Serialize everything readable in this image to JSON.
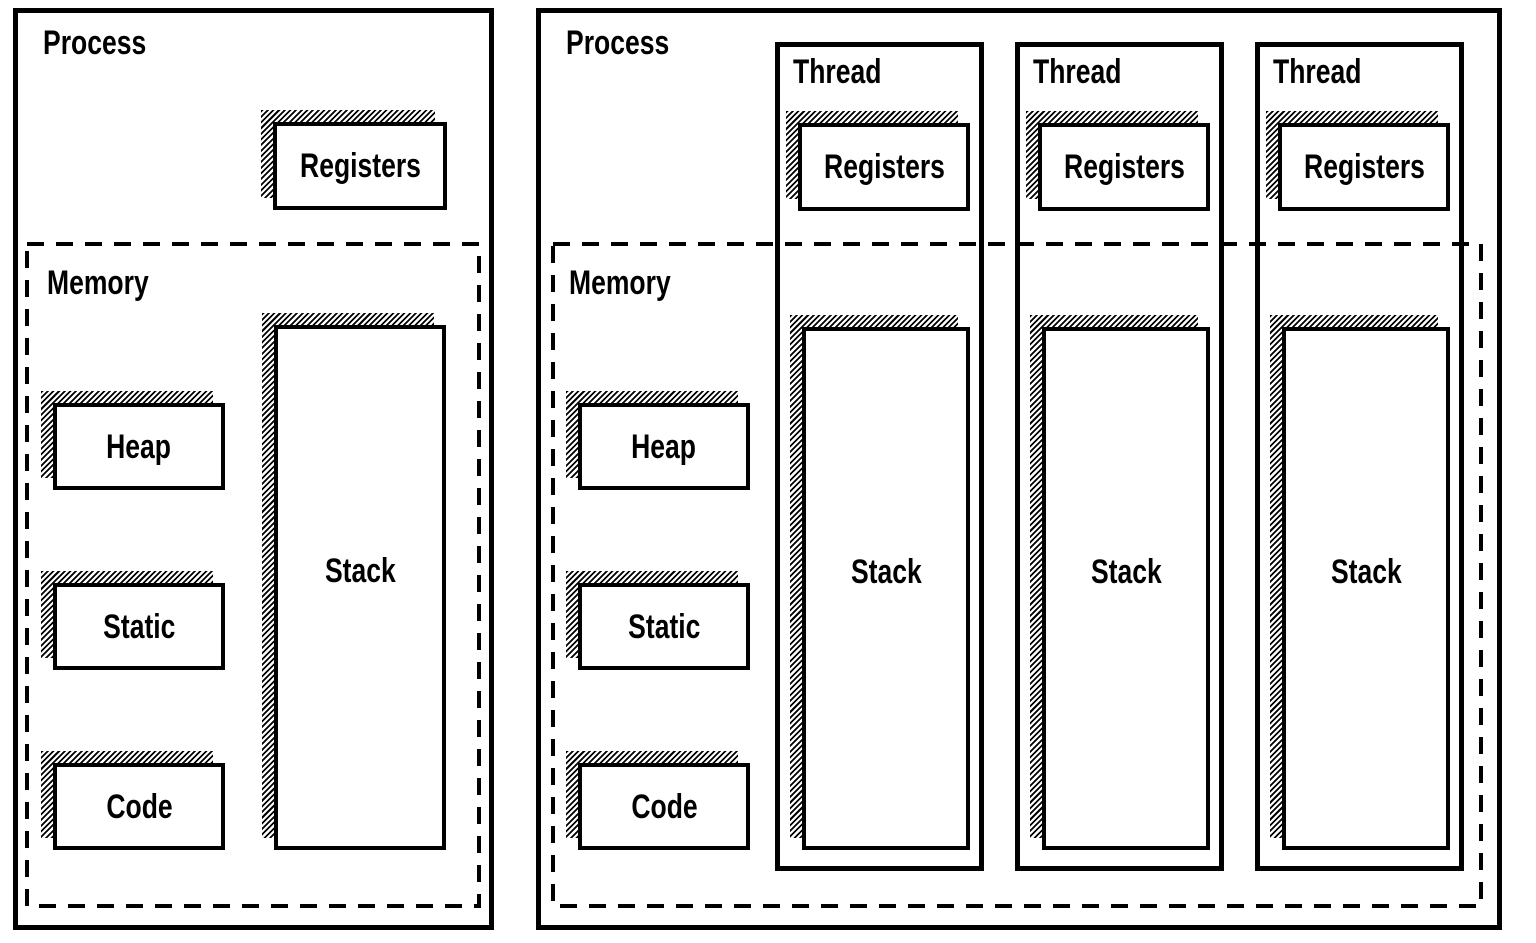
{
  "colors": {
    "background": "#ffffff",
    "line": "#000000",
    "hatch": "#000000",
    "box_fill": "#ffffff"
  },
  "panels": [
    {
      "title": "Process",
      "registers_label": "Registers",
      "stack_label": "Stack",
      "memory": {
        "label": "Memory",
        "items": [
          "Heap",
          "Static",
          "Code"
        ]
      }
    },
    {
      "title": "Process",
      "memory": {
        "label": "Memory",
        "items": [
          "Heap",
          "Static",
          "Code"
        ]
      },
      "threads": [
        {
          "label": "Thread",
          "registers_label": "Registers",
          "stack_label": "Stack"
        },
        {
          "label": "Thread",
          "registers_label": "Registers",
          "stack_label": "Stack"
        },
        {
          "label": "Thread",
          "registers_label": "Registers",
          "stack_label": "Stack"
        }
      ]
    }
  ]
}
